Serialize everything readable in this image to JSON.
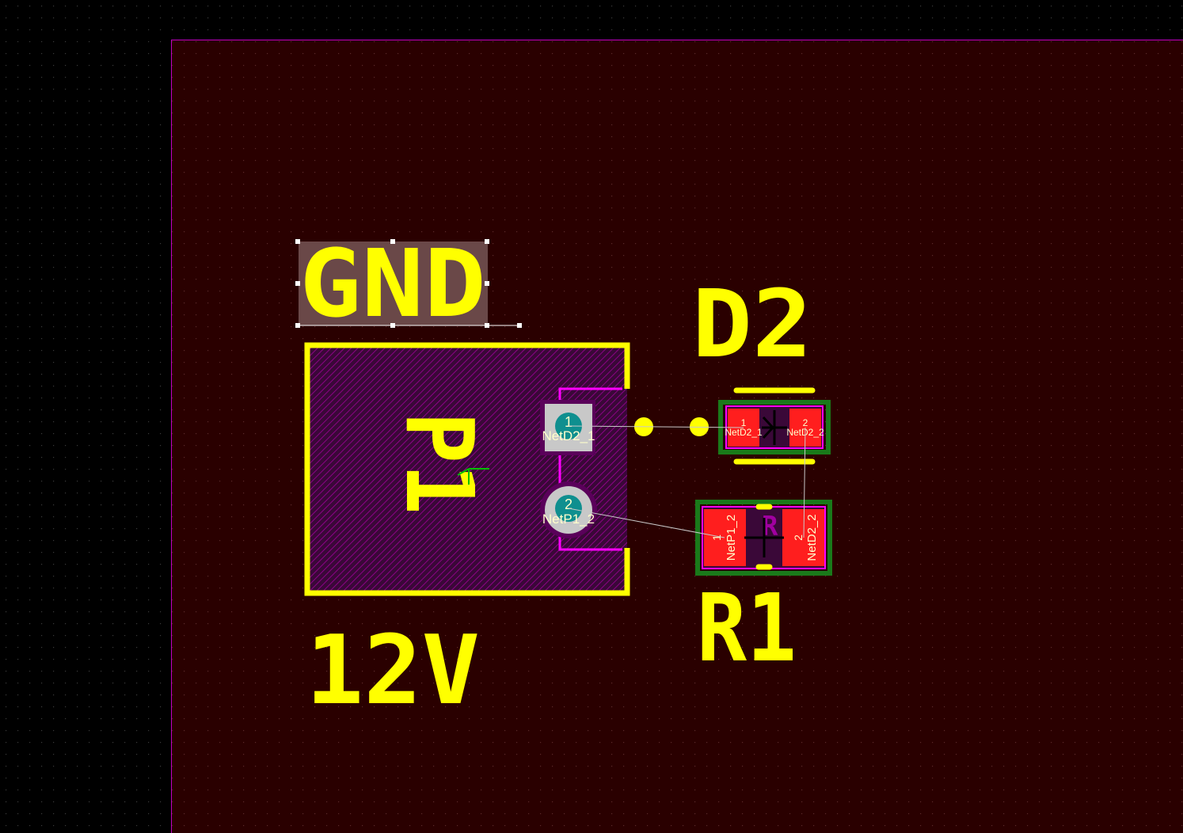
{
  "canvas": {
    "background": "#000000",
    "board_fill": "#2a0000",
    "board_edge_color": "#c000c0",
    "grid_dot_color": "#3a3a3a"
  },
  "colors": {
    "silkscreen": "#ffff00",
    "courtyard": "#ff00ff",
    "fab": "#ff00ff",
    "smd_pad": "#ff1e1e",
    "pad_ring": "#5a005a",
    "tht_pad": "#c8c8c8",
    "drill": "#0f8f8f",
    "mask_outline": "#1a7a1a",
    "ratsnest": "#c8c8c8",
    "selection_handle": "#ffffff",
    "selection_fill": "#6a4848",
    "anchor": "#00c000"
  },
  "texts": {
    "gnd": "GND",
    "p1": "P1",
    "d2": "D2",
    "r1": "R1",
    "v12": "12V",
    "r_fab": "R"
  },
  "p1_pads": [
    {
      "number": "1",
      "net": "NetD2_1",
      "shape": "square-pad-icon"
    },
    {
      "number": "2",
      "net": "NetP1_2",
      "shape": "round-pad-icon"
    }
  ],
  "d2_pads": [
    {
      "number": "1",
      "net": "NetD2_1"
    },
    {
      "number": "2",
      "net": "NetD2_2"
    }
  ],
  "r1_pads": [
    {
      "number": "1",
      "net": "NetP1_2"
    },
    {
      "number": "2",
      "net": "NetD2_2"
    }
  ]
}
